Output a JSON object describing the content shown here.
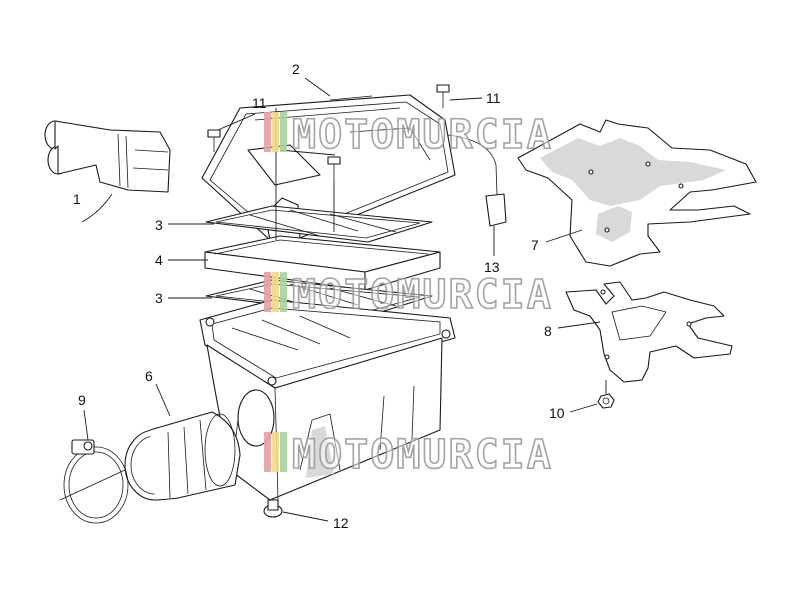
{
  "callouts": {
    "c1": "1",
    "c2": "2",
    "c3a": "3",
    "c3b": "3",
    "c4": "4",
    "c6": "6",
    "c7": "7",
    "c8": "8",
    "c9": "9",
    "c10": "10",
    "c11a": "11",
    "c11b": "11",
    "c12": "12",
    "c13": "13"
  },
  "watermark": {
    "text": "MOTOMURCIA"
  },
  "colors": {
    "watermark_stripe_1": "#e8a0a0",
    "watermark_stripe_2": "#f2d98a",
    "watermark_stripe_3": "#a8d3a0",
    "watermark_outline": "#9a9a9a",
    "line": "#1a1a1a"
  }
}
